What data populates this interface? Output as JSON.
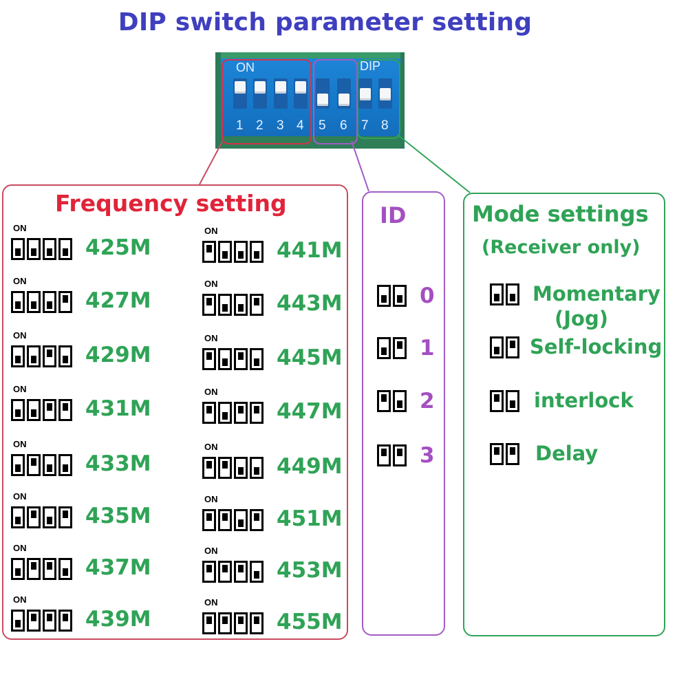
{
  "title": "DIP switch parameter setting",
  "photo": {
    "on_label": "ON",
    "dip_label": "DIP",
    "switch_numbers": [
      "1",
      "2",
      "3",
      "4",
      "5",
      "6",
      "7",
      "8"
    ]
  },
  "frequency": {
    "title": "Frequency setting",
    "on_label": "ON",
    "items": [
      {
        "value": "425M",
        "switches": [
          0,
          0,
          0,
          0
        ]
      },
      {
        "value": "427M",
        "switches": [
          0,
          0,
          0,
          1
        ]
      },
      {
        "value": "429M",
        "switches": [
          0,
          0,
          1,
          0
        ]
      },
      {
        "value": "431M",
        "switches": [
          0,
          0,
          1,
          1
        ]
      },
      {
        "value": "433M",
        "switches": [
          0,
          1,
          0,
          0
        ]
      },
      {
        "value": "435M",
        "switches": [
          0,
          1,
          0,
          1
        ]
      },
      {
        "value": "437M",
        "switches": [
          0,
          1,
          1,
          0
        ]
      },
      {
        "value": "439M",
        "switches": [
          0,
          1,
          1,
          1
        ]
      },
      {
        "value": "441M",
        "switches": [
          1,
          0,
          0,
          0
        ]
      },
      {
        "value": "443M",
        "switches": [
          1,
          0,
          0,
          1
        ]
      },
      {
        "value": "445M",
        "switches": [
          1,
          0,
          1,
          0
        ]
      },
      {
        "value": "447M",
        "switches": [
          1,
          0,
          1,
          1
        ]
      },
      {
        "value": "449M",
        "switches": [
          1,
          1,
          0,
          0
        ]
      },
      {
        "value": "451M",
        "switches": [
          1,
          1,
          0,
          1
        ]
      },
      {
        "value": "453M",
        "switches": [
          1,
          1,
          1,
          0
        ]
      },
      {
        "value": "455M",
        "switches": [
          1,
          1,
          1,
          1
        ]
      }
    ]
  },
  "id": {
    "title": "ID",
    "items": [
      {
        "value": "0",
        "switches": [
          0,
          0
        ]
      },
      {
        "value": "1",
        "switches": [
          0,
          1
        ]
      },
      {
        "value": "2",
        "switches": [
          1,
          0
        ]
      },
      {
        "value": "3",
        "switches": [
          1,
          1
        ]
      }
    ]
  },
  "mode": {
    "title": "Mode settings",
    "subtitle": "(Receiver only)",
    "items": [
      {
        "label": "Momentary",
        "label2": "(Jog)",
        "switches": [
          0,
          0
        ]
      },
      {
        "label": "Self-locking",
        "switches": [
          0,
          1
        ]
      },
      {
        "label": "interlock",
        "switches": [
          1,
          0
        ]
      },
      {
        "label": "Delay",
        "switches": [
          1,
          1
        ]
      }
    ]
  },
  "colors": {
    "title": "#3f3fbf",
    "frequency": "#e0243a",
    "id": "#a44fc2",
    "mode": "#2fa356",
    "value_green": "#2fa356"
  }
}
